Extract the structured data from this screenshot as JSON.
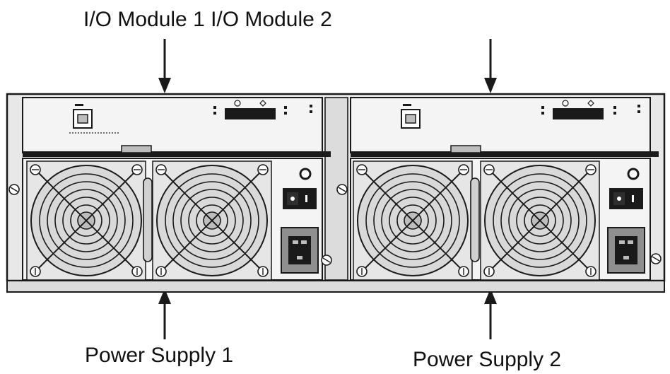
{
  "labels": {
    "io_modules": "I/O Module 1 I/O Module 2",
    "power_supply_1": "Power Supply 1",
    "power_supply_2": "Power Supply 2"
  },
  "colors": {
    "ink": "#1a1a1a",
    "chassis": "#e8e8e8",
    "panel": "#f4f4f4"
  }
}
